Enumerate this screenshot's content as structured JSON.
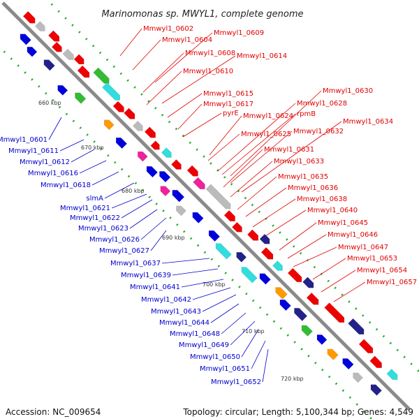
{
  "title": "Marinomonas sp. MWYL1, complete genome",
  "footer": {
    "accession": "Accession: NC_009654",
    "summary": "Topology: circular; Length: 5,100,344 bp; Genes: 4,549"
  },
  "ticks": [
    "660 kbp",
    "670 kbp",
    "680 kbp",
    "690 kbp",
    "700 kbp",
    "710 kbp",
    "720 kbp"
  ],
  "colors": {
    "backbone": "#888888",
    "forward_label": "#e00000",
    "reverse_label": "#0000cc",
    "forward_gene": "#ee0000",
    "reverse_gene": "#0000dd",
    "cyan": "#33dddd",
    "green": "#33bb33",
    "magenta": "#ee2299",
    "navy": "#222288",
    "orange": "#ff9900",
    "gray": "#bbbbbb",
    "tick": "#22aa22"
  },
  "forward_labels": [
    "Mmwyl1_0602",
    "Mmwyl1_0604",
    "Mmwyl1_0609",
    "Mmwyl1_0608",
    "Mmwyl1_0614",
    "Mmwyl1_0610",
    "Mmwyl1_0615",
    "Mmwyl1_0617",
    "pyrE",
    "Mmwyl1_0624",
    "Mmwyl1_0630",
    "Mmwyl1_0628",
    "rpmB",
    "Mmwyl1_0625",
    "Mmwyl1_0632",
    "Mmwyl1_0634",
    "Mmwyl1_0631",
    "Mmwyl1_0633",
    "Mmwyl1_0635",
    "Mmwyl1_0636",
    "Mmwyl1_0638",
    "Mmwyl1_0640",
    "Mmwyl1_0645",
    "Mmwyl1_0646",
    "Mmwyl1_0647",
    "Mmwyl1_0653",
    "Mmwyl1_0654",
    "Mmwyl1_0657"
  ],
  "reverse_labels": [
    "Mmwyl1_0601",
    "Mmwyl1_0611",
    "Mmwyl1_0612",
    "Mmwyl1_0616",
    "Mmwyl1_0618",
    "slmA",
    "Mmwyl1_0621",
    "Mmwyl1_0622",
    "Mmwyl1_0623",
    "Mmwyl1_0626",
    "Mmwyl1_0627",
    "Mmwyl1_0637",
    "Mmwyl1_0639",
    "Mmwyl1_0641",
    "Mmwyl1_0642",
    "Mmwyl1_0643",
    "Mmwyl1_0644",
    "Mmwyl1_0648",
    "Mmwyl1_0649",
    "Mmwyl1_0650",
    "Mmwyl1_0651",
    "Mmwyl1_0652"
  ]
}
